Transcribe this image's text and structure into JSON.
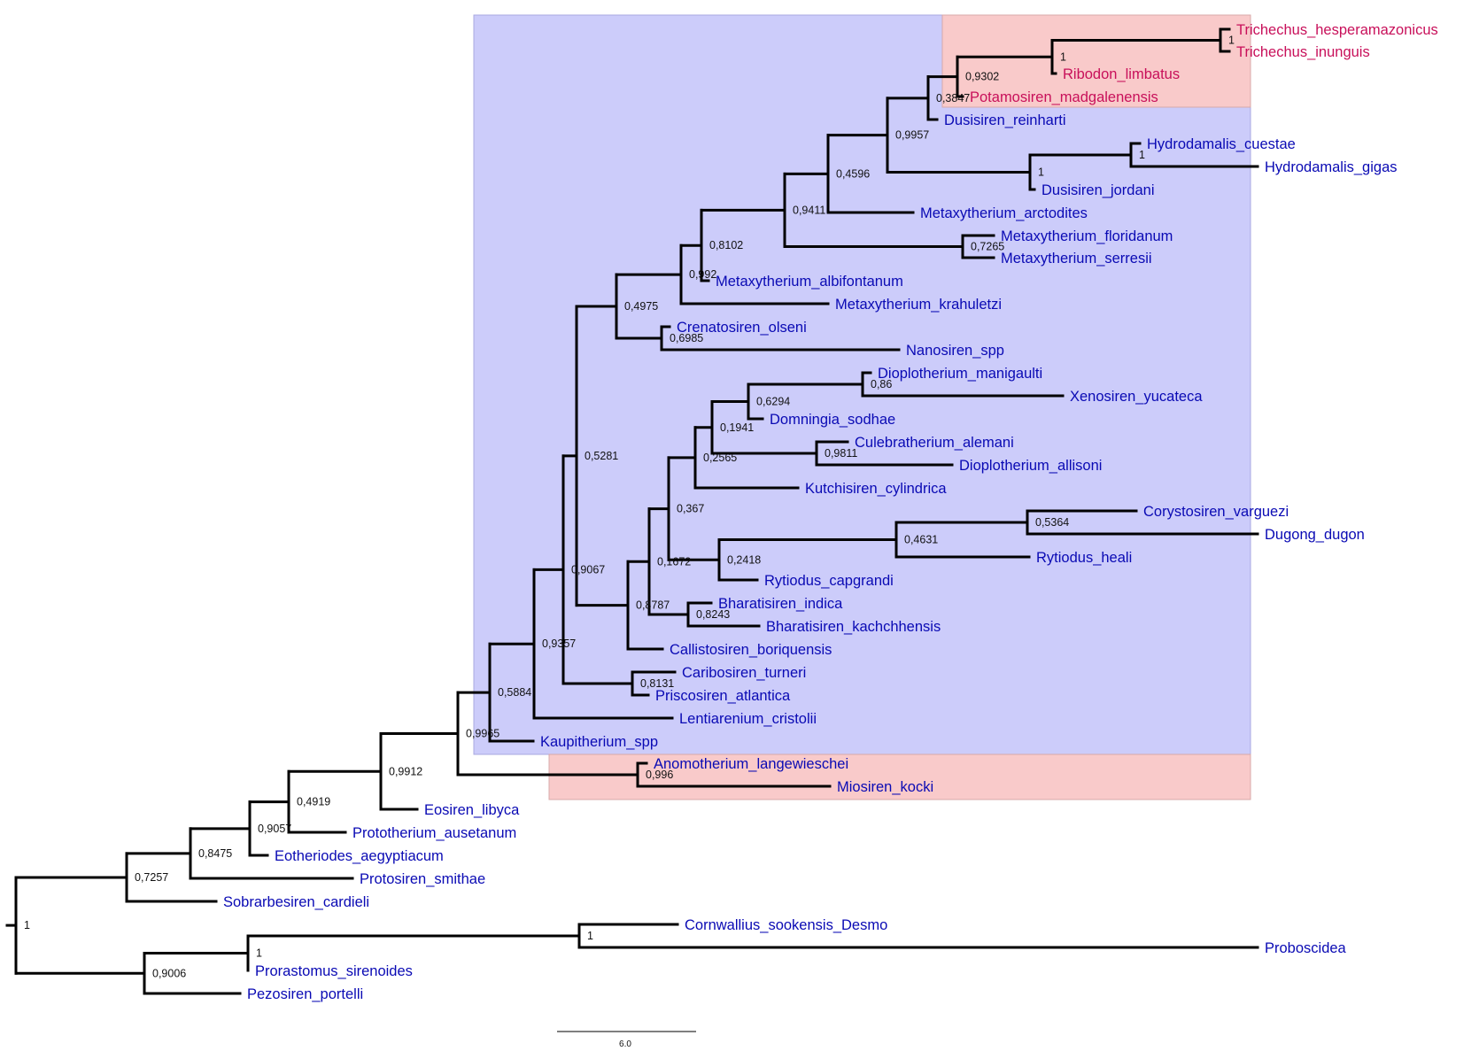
{
  "colors": {
    "blue_clade_fill": "#ccccfa",
    "blue_clade_border": "#a9a9e0",
    "red_clade_fill": "#f9caca",
    "red_clade_border": "#d8a9a9",
    "tip_label_default": "#0a0ab4",
    "tip_label_highlight": "#c8105a",
    "branch": "#000000"
  },
  "tree": {
    "tips": [
      {
        "id": "t01",
        "name": "Trichechus_hesperamazonicus",
        "color": "highlight"
      },
      {
        "id": "t02",
        "name": "Trichechus_inunguis",
        "color": "highlight"
      },
      {
        "id": "t03",
        "name": "Ribodon_limbatus",
        "color": "highlight"
      },
      {
        "id": "t04",
        "name": "Potamosiren_madgalenensis",
        "color": "highlight"
      },
      {
        "id": "t05",
        "name": "Dusisiren_reinharti",
        "color": "default"
      },
      {
        "id": "t06",
        "name": "Hydrodamalis_cuestae",
        "color": "default"
      },
      {
        "id": "t07",
        "name": "Hydrodamalis_gigas",
        "color": "default"
      },
      {
        "id": "t08",
        "name": "Dusisiren_jordani",
        "color": "default"
      },
      {
        "id": "t09",
        "name": "Metaxytherium_arctodites",
        "color": "default"
      },
      {
        "id": "t10",
        "name": "Metaxytherium_floridanum",
        "color": "default"
      },
      {
        "id": "t11",
        "name": "Metaxytherium_serresii",
        "color": "default"
      },
      {
        "id": "t12",
        "name": "Metaxytherium_albifontanum",
        "color": "default"
      },
      {
        "id": "t13",
        "name": "Metaxytherium_krahuletzi",
        "color": "default"
      },
      {
        "id": "t14",
        "name": "Crenatosiren_olseni",
        "color": "default"
      },
      {
        "id": "t15",
        "name": "Nanosiren_spp",
        "color": "default"
      },
      {
        "id": "t16",
        "name": "Dioplotherium_manigaulti",
        "color": "default"
      },
      {
        "id": "t17",
        "name": "Xenosiren_yucateca",
        "color": "default"
      },
      {
        "id": "t18",
        "name": "Domningia_sodhae",
        "color": "default"
      },
      {
        "id": "t19",
        "name": "Culebratherium_alemani",
        "color": "default"
      },
      {
        "id": "t20",
        "name": "Dioplotherium_allisoni",
        "color": "default"
      },
      {
        "id": "t21",
        "name": "Kutchisiren_cylindrica",
        "color": "default"
      },
      {
        "id": "t22",
        "name": "Corystosiren_varguezi",
        "color": "default"
      },
      {
        "id": "t23",
        "name": "Dugong_dugon",
        "color": "default"
      },
      {
        "id": "t24",
        "name": "Rytiodus_heali",
        "color": "default"
      },
      {
        "id": "t25",
        "name": "Rytiodus_capgrandi",
        "color": "default"
      },
      {
        "id": "t26",
        "name": "Bharatisiren_indica",
        "color": "default"
      },
      {
        "id": "t27",
        "name": "Bharatisiren_kachchhensis",
        "color": "default"
      },
      {
        "id": "t28",
        "name": "Callistosiren_boriquensis",
        "color": "default"
      },
      {
        "id": "t29",
        "name": "Caribosiren_turneri",
        "color": "default"
      },
      {
        "id": "t30",
        "name": "Priscosiren_atlantica",
        "color": "default"
      },
      {
        "id": "t31",
        "name": "Lentiarenium_cristolii",
        "color": "default"
      },
      {
        "id": "t32",
        "name": "Kaupitherium_spp",
        "color": "default"
      },
      {
        "id": "t33",
        "name": "Anomotherium_langewiesche i",
        "color": "default"
      },
      {
        "id": "t34",
        "name": "Miosiren_kocki",
        "color": "default"
      },
      {
        "id": "t35",
        "name": "Eosiren_libyca",
        "color": "default"
      },
      {
        "id": "t36",
        "name": "Prototherium_ausetanum",
        "color": "default"
      },
      {
        "id": "t37",
        "name": "Eotheriodes_aegyptiacum",
        "color": "default"
      },
      {
        "id": "t38",
        "name": "Protosiren_smithae",
        "color": "default"
      },
      {
        "id": "t39",
        "name": "Sobrarbesiren_cardieli",
        "color": "default"
      },
      {
        "id": "t40",
        "name": "Cornwallius_sookensis_Desmo",
        "color": "default"
      },
      {
        "id": "t41",
        "name": "Proboscidea",
        "color": "default"
      },
      {
        "id": "t42",
        "name": "Prorastomus_sirenoides",
        "color": "default"
      },
      {
        "id": "t43",
        "name": "Pezosiren_portelli",
        "color": "default"
      }
    ],
    "nodes": [
      {
        "id": "n_tri",
        "support": "1"
      },
      {
        "id": "n_ribo",
        "support": "1"
      },
      {
        "id": "n_09302",
        "support": "0,9302"
      },
      {
        "id": "n_03847",
        "support": "0,3847"
      },
      {
        "id": "n_09957",
        "support": "0,9957"
      },
      {
        "id": "n_hydro",
        "support": "1"
      },
      {
        "id": "n_djord",
        "support": "1"
      },
      {
        "id": "n_04596",
        "support": "0,4596"
      },
      {
        "id": "n_07265",
        "support": "0,7265"
      },
      {
        "id": "n_09411",
        "support": "0,9411"
      },
      {
        "id": "n_08102",
        "support": "0,8102"
      },
      {
        "id": "n_0992",
        "support": "0,992"
      },
      {
        "id": "n_06985",
        "support": "0,6985"
      },
      {
        "id": "n_04975",
        "support": "0,4975"
      },
      {
        "id": "n_086",
        "support": "0,86"
      },
      {
        "id": "n_06294",
        "support": "0,6294"
      },
      {
        "id": "n_09811",
        "support": "0,9811"
      },
      {
        "id": "n_01941",
        "support": "0,1941"
      },
      {
        "id": "n_02565",
        "support": "0,2565"
      },
      {
        "id": "n_05364",
        "support": "0,5364"
      },
      {
        "id": "n_04631",
        "support": "0,4631"
      },
      {
        "id": "n_02418",
        "support": "0,2418"
      },
      {
        "id": "n_0367",
        "support": "0,367"
      },
      {
        "id": "n_01672",
        "support": "0,1672"
      },
      {
        "id": "n_08243",
        "support": "0,8243"
      },
      {
        "id": "n_08787",
        "support": "0,8787"
      },
      {
        "id": "n_05281",
        "support": "0,5281"
      },
      {
        "id": "n_08131",
        "support": "0,8131"
      },
      {
        "id": "n_09067",
        "support": "0,9067"
      },
      {
        "id": "n_09357",
        "support": "0,9357"
      },
      {
        "id": "n_05884",
        "support": "0,5884"
      },
      {
        "id": "n_0996",
        "support": "0,996"
      },
      {
        "id": "n_09965",
        "support": "0,9965"
      },
      {
        "id": "n_09912",
        "support": "0,9912"
      },
      {
        "id": "n_04919",
        "support": "0,4919"
      },
      {
        "id": "n_09057",
        "support": "0,9057"
      },
      {
        "id": "n_08475",
        "support": "0,8475"
      },
      {
        "id": "n_07257",
        "support": "0,7257"
      },
      {
        "id": "n_corn",
        "support": "1"
      },
      {
        "id": "n_pror",
        "support": "1"
      },
      {
        "id": "n_09006",
        "support": "0,9006"
      },
      {
        "id": "n_root",
        "support": "1"
      }
    ]
  },
  "scale_bar": {
    "label": "6.0"
  }
}
